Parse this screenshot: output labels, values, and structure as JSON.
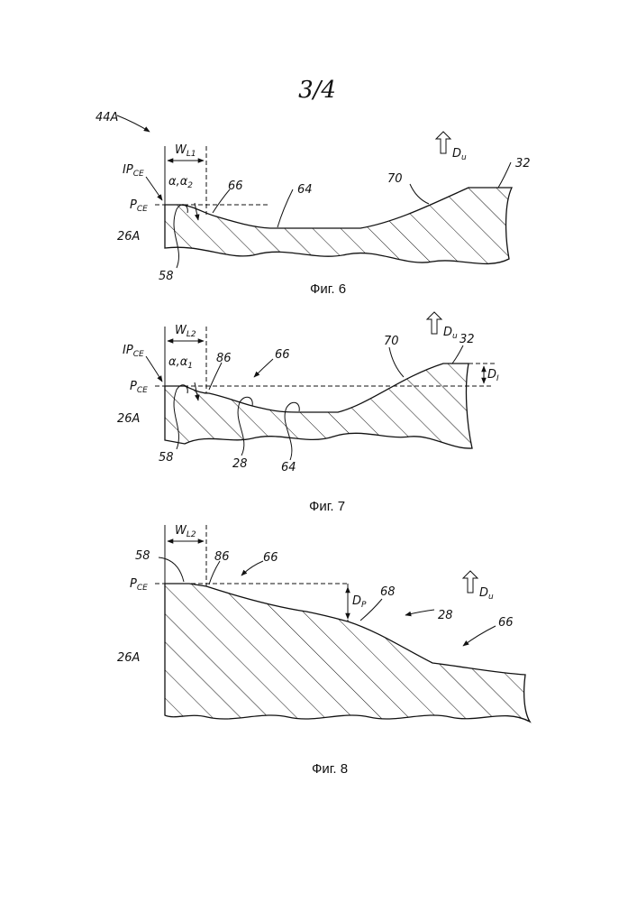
{
  "sheet": {
    "page_number": "3/4"
  },
  "figures": [
    {
      "caption": "Фиг. 6",
      "labels": {
        "assembly": "44A",
        "width": "W",
        "width_sub": "L1",
        "angles": "α,α",
        "angles_sub": "2",
        "ip": "IP",
        "ip_sub": "CE",
        "p": "P",
        "p_sub": "CE",
        "direction": "D",
        "direction_sub": "u",
        "ref_66": "66",
        "ref_64": "64",
        "ref_70": "70",
        "ref_32": "32",
        "ref_26a": "26A",
        "ref_58": "58"
      }
    },
    {
      "caption": "Фиг. 7",
      "labels": {
        "width": "W",
        "width_sub": "L2",
        "angles": "α,α",
        "angles_sub": "1",
        "ip": "IP",
        "ip_sub": "CE",
        "p": "P",
        "p_sub": "CE",
        "direction": "D",
        "direction_sub": "u",
        "depth": "D",
        "depth_sub": "I",
        "ref_86": "86",
        "ref_66": "66",
        "ref_70": "70",
        "ref_32": "32",
        "ref_26a": "26A",
        "ref_58": "58",
        "ref_28": "28",
        "ref_64": "64"
      }
    },
    {
      "caption": "Фиг. 8",
      "labels": {
        "width": "W",
        "width_sub": "L2",
        "p": "P",
        "p_sub": "CE",
        "direction": "D",
        "direction_sub": "u",
        "depth": "D",
        "depth_sub": "P",
        "ref_58": "58",
        "ref_86": "86",
        "ref_66a": "66",
        "ref_66b": "66",
        "ref_68": "68",
        "ref_28": "28",
        "ref_26a": "26A"
      }
    }
  ]
}
